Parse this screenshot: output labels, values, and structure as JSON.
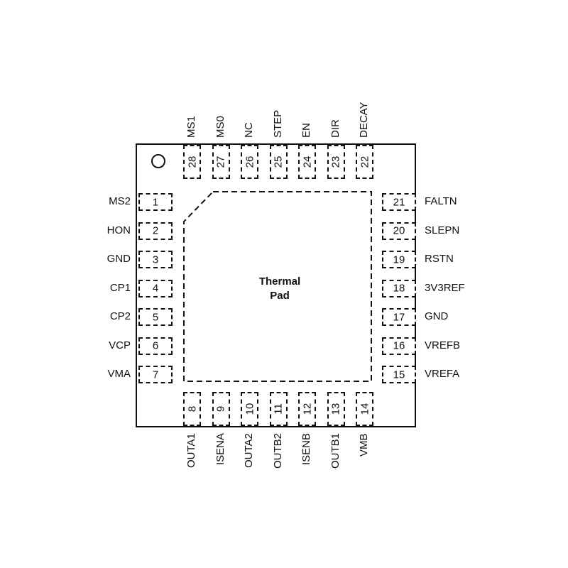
{
  "thermal_pad": {
    "line1": "Thermal",
    "line2": "Pad"
  },
  "pins_left": [
    {
      "num": "1",
      "name": "MS2"
    },
    {
      "num": "2",
      "name": "HON"
    },
    {
      "num": "3",
      "name": "GND"
    },
    {
      "num": "4",
      "name": "CP1"
    },
    {
      "num": "5",
      "name": "CP2"
    },
    {
      "num": "6",
      "name": "VCP"
    },
    {
      "num": "7",
      "name": "VMA"
    }
  ],
  "pins_bottom": [
    {
      "num": "8",
      "name": "OUTA1"
    },
    {
      "num": "9",
      "name": "ISENA"
    },
    {
      "num": "10",
      "name": "OUTA2"
    },
    {
      "num": "11",
      "name": "OUTB2"
    },
    {
      "num": "12",
      "name": "ISENB"
    },
    {
      "num": "13",
      "name": "OUTB1"
    },
    {
      "num": "14",
      "name": "VMB"
    }
  ],
  "pins_right": [
    {
      "num": "21",
      "name": "FALTN"
    },
    {
      "num": "20",
      "name": "SLEPN"
    },
    {
      "num": "19",
      "name": "RSTN"
    },
    {
      "num": "18",
      "name": "3V3REF"
    },
    {
      "num": "17",
      "name": "GND"
    },
    {
      "num": "16",
      "name": "VREFB"
    },
    {
      "num": "15",
      "name": "VREFA"
    }
  ],
  "pins_top": [
    {
      "num": "28",
      "name": "MS1"
    },
    {
      "num": "27",
      "name": "MS0"
    },
    {
      "num": "26",
      "name": "NC"
    },
    {
      "num": "25",
      "name": "STEP"
    },
    {
      "num": "24",
      "name": "EN"
    },
    {
      "num": "23",
      "name": "DIR"
    },
    {
      "num": "22",
      "name": "DECAY"
    }
  ]
}
